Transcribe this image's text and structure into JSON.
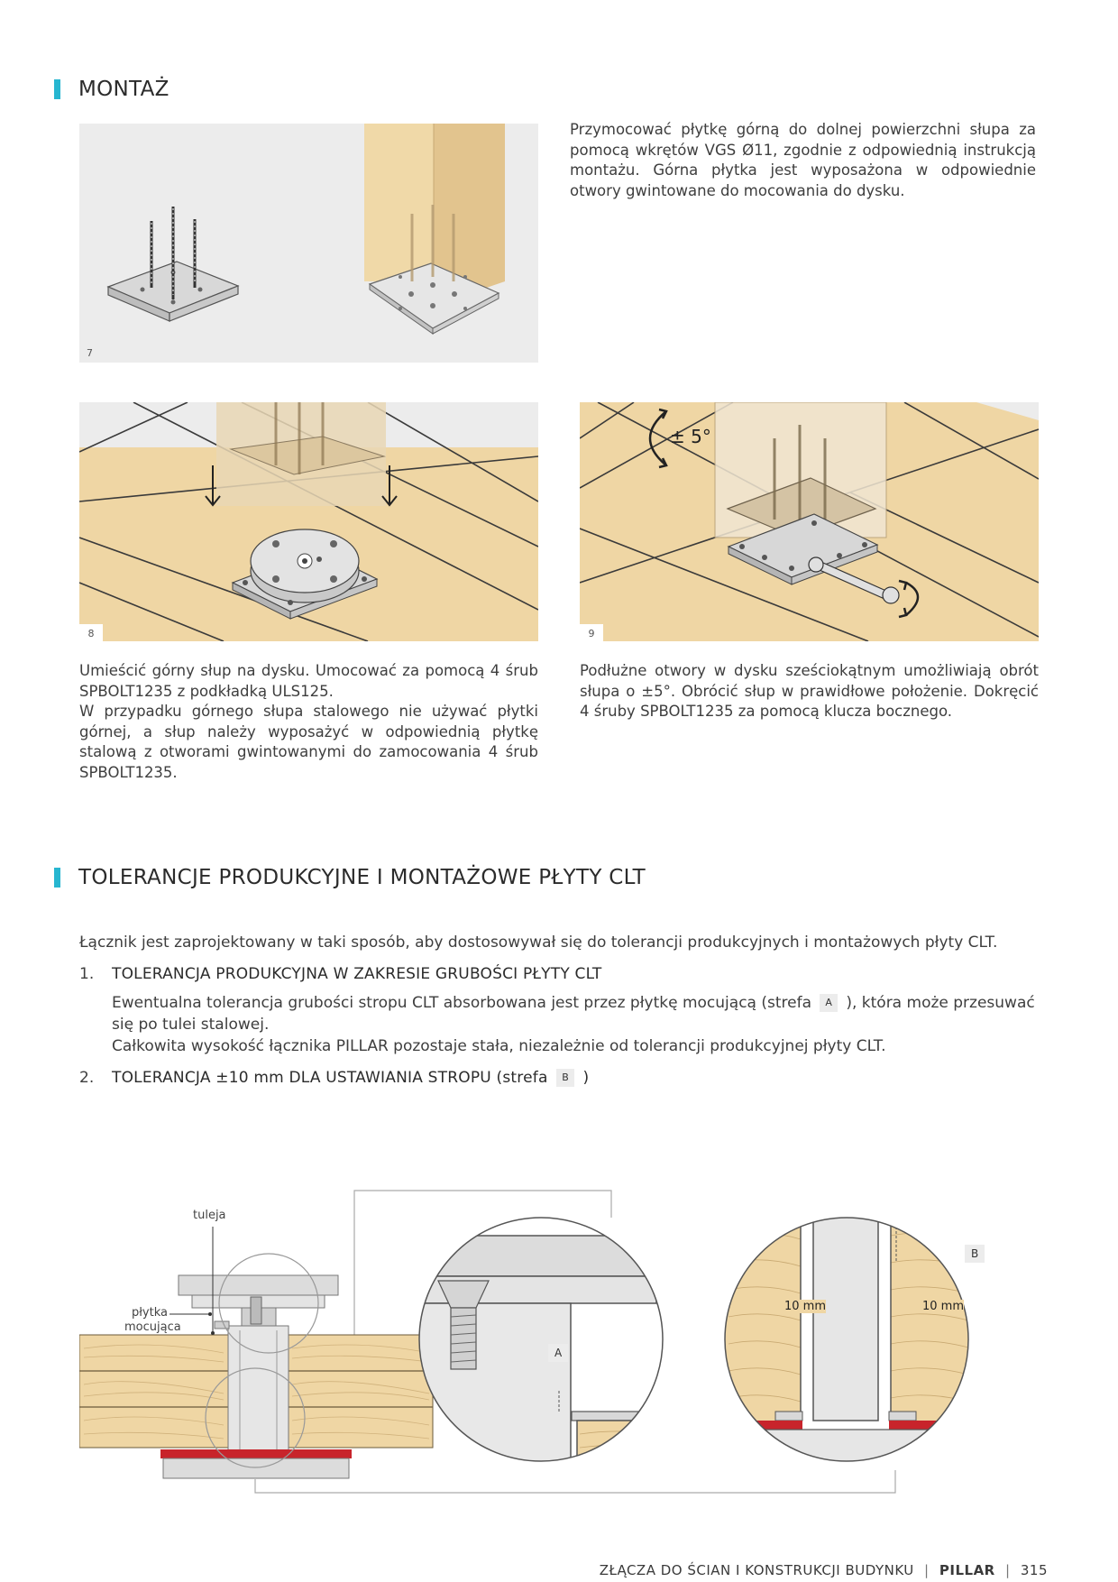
{
  "section1": {
    "title": "MONTAŻ",
    "fig7_number": "7",
    "fig7_text": "Przymocować płytkę górną do dolnej powierzchni słupa za pomocą wkrętów VGS Ø11, zgodnie z odpowiednią instrukcją montażu. Górna płytka jest wyposażona w odpowiednie otwory gwintowane do mocowania do dysku.",
    "fig8_number": "8",
    "fig8_text_1": "Umieścić górny słup na dysku. Umocować za pomocą 4 śrub SPBOLT1235 z podkładką ULS125.",
    "fig8_text_2": "W przypadku górnego słupa stalowego nie używać płytki górnej, a słup należy wyposażyć w odpowiednią płytkę stalową z otworami gwintowanymi do zamocowania 4 śrub SPBOLT1235.",
    "fig9_number": "9",
    "fig9_rotation_label": "± 5°",
    "fig9_text": "Podłużne otwory w dysku sześciokątnym umożliwiają obrót słupa o ±5°. Obrócić słup w prawidłowe położenie. Dokręcić 4 śruby SPBOLT1235 za pomocą klucza bocznego."
  },
  "section2": {
    "title": "TOLERANCJE PRODUKCYJNE I MONTAŻOWE PŁYTY CLT",
    "intro": "Łącznik jest zaprojektowany w taki sposób, aby dostosowywał się do tolerancji produkcyjnych i montażowych płyty CLT.",
    "item1_number": "1.",
    "item1_title": "TOLERANCJA PRODUKCYJNA W ZAKRESIE GRUBOŚCI PŁYTY CLT",
    "item1_text_a_before": "Ewentualna tolerancja grubości stropu CLT absorbowana jest przez płytkę mocującą (strefa",
    "item1_zone": "A",
    "item1_text_a_after": "), która może przesuwać się po tulei stalowej.",
    "item1_text_b": "Całkowita wysokość łącznika PILLAR pozostaje stała, niezależnie od tolerancji produkcyjnej płyty CLT.",
    "item2_number": "2.",
    "item2_title_before": "TOLERANCJA ±10 mm DLA USTAWIANIA STROPU (strefa",
    "item2_zone": "B",
    "item2_title_after": ")"
  },
  "diagram": {
    "label_sleeve": "tuleja",
    "label_plate_1": "płytka",
    "label_plate_2": "mocująca",
    "label_zone_a": "A",
    "label_zone_b": "B",
    "label_gap_left": "10 mm",
    "label_gap_right": "10 mm"
  },
  "footer": {
    "text": "ZŁĄCZA DO ŚCIAN  I KONSTRUKCJI BUDYNKU",
    "brand": "PILLAR",
    "page": "315"
  },
  "colors": {
    "accent": "#27b6d0",
    "wood": "#efd6a4",
    "steel": "#d9d9d9",
    "seal_red": "#c8242b"
  }
}
